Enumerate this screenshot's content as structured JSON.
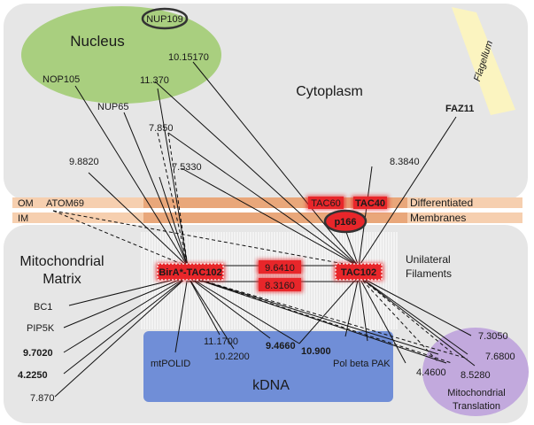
{
  "regions": {
    "nucleus": "Nucleus",
    "cytoplasm": "Cytoplasm",
    "flagellum": "Flagellum",
    "matrix_line1": "Mitochondrial",
    "matrix_line2": "Matrix",
    "kdna": "kDNA",
    "translation_line1": "Mitochondrial",
    "translation_line2": "Translation"
  },
  "membranes": {
    "om": "OM",
    "im": "IM",
    "right_line1": "Differentiated",
    "right_line2": "Membranes"
  },
  "filaments": {
    "line1": "Unilateral",
    "line2": "Filaments"
  },
  "proteins": {
    "nup109": "NUP109",
    "nop105": "NOP105",
    "nup65": "NUP65",
    "id_10_15170": "10.15170",
    "id_11_370": "11.370",
    "id_7_850": "7.850",
    "id_9_8820": "9.8820",
    "id_7_5330": "7.5330",
    "id_8_3840": "8.3840",
    "faz11": "FAZ11",
    "atom69": "ATOM69",
    "tac60": "TAC60",
    "tac40": "TAC40",
    "p166": "p166",
    "bira_tac102": "BirA*-TAC102",
    "tac102": "TAC102",
    "id_9_6410": "9.6410",
    "id_8_3160": "8.3160",
    "bc1": "BC1",
    "pip5k": "PIP5K",
    "id_9_7020": "9.7020",
    "id_4_2250": "4.2250",
    "id_7_870": "7.870",
    "mtpolid": "mtPOLID",
    "id_11_1700": "11.1700",
    "id_10_2200": "10.2200",
    "id_9_4660": "9.4660",
    "id_10_900": "10.900",
    "pol_beta_pak": "Pol beta PAK",
    "id_4_4600": "4.4600",
    "id_8_5280": "8.5280",
    "id_7_6800": "7.6800",
    "id_7_3050": "7.3050"
  },
  "colors": {
    "top_panel": "#e6e6e6",
    "nucleus": "#a9cf7f",
    "flagellum": "#fbf4c0",
    "membrane": "#f6cfaf",
    "kdna": "#5b7ed4",
    "translation": "#c2a9dd",
    "highlight": "#e8262a"
  }
}
